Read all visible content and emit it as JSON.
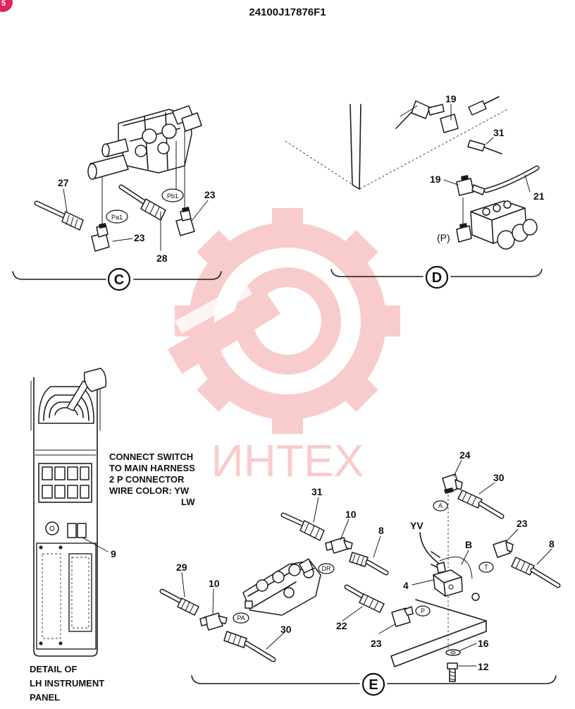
{
  "header": {
    "code": "24100J17876F1"
  },
  "views": {
    "c": {
      "letter": "C",
      "parts": [
        "27",
        "23",
        "28",
        "23"
      ],
      "tags": [
        "Pa1",
        "Pb1"
      ]
    },
    "d": {
      "letter": "D",
      "parts": [
        "19",
        "31",
        "19",
        "21"
      ],
      "port": "(P)"
    },
    "e": {
      "letter": "E",
      "parts": [
        "24",
        "30",
        "31",
        "10",
        "8",
        "23",
        "8",
        "29",
        "10",
        "4",
        "22",
        "23",
        "30",
        "16",
        "12"
      ],
      "wires": [
        "YV",
        "B"
      ],
      "tags": [
        "A",
        "DR",
        "T",
        "P",
        "PA"
      ]
    }
  },
  "panel": {
    "note_lines": [
      "CONNECT SWITCH",
      "TO MAIN HARNESS",
      "2 P CONNECTOR",
      "WIRE COLOR: YW",
      "LW"
    ],
    "part": "9",
    "caption_lines": [
      "DETAIL OF",
      "LH INSTRUMENT",
      "PANEL"
    ]
  },
  "watermark": {
    "text": "ИНТЕХ",
    "color": "#e84a4a"
  },
  "badge": {
    "text": "5",
    "color": "#e0245e"
  }
}
